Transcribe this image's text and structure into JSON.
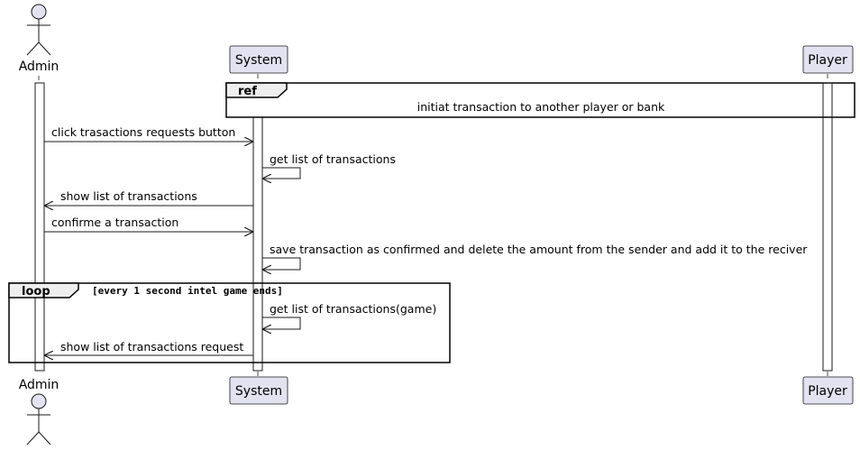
{
  "participants": {
    "admin": "Admin",
    "system": "System",
    "player": "Player"
  },
  "ref_frame": {
    "tag": "ref",
    "text": "initiat transaction to another player or bank"
  },
  "loop_frame": {
    "tag": "loop",
    "guard": "[every 1 second intel game ends]"
  },
  "messages": [
    "click trasactions requests button",
    "get list of transactions",
    "show list of transactions",
    "confirme a transaction",
    "save transaction as confirmed and delete the amount from the sender and add it to the reciver",
    "get list of transactions(game)",
    "show list of transactions request"
  ],
  "colors": {
    "participant_fill": "#E2E2F0",
    "participant_border": "#181818",
    "frame_tag_fill": "#EEEEEE",
    "lifeline": "#181818"
  }
}
